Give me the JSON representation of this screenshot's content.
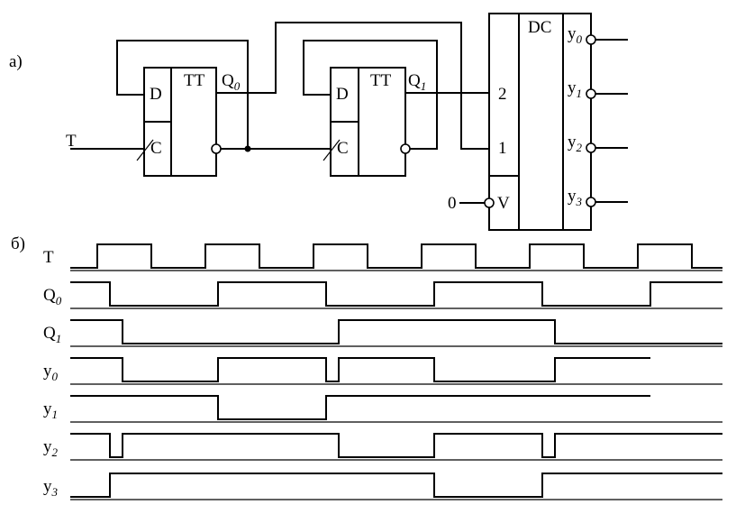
{
  "labels": {
    "part_a": "а)",
    "part_b": "б)",
    "input_T": "T",
    "zero": "0"
  },
  "ff0": {
    "d": "D",
    "c": "C",
    "type": "TT",
    "q_main": "Q",
    "q_sub": "0"
  },
  "ff1": {
    "d": "D",
    "c": "C",
    "type": "TT",
    "q_main": "Q",
    "q_sub": "1"
  },
  "decoder": {
    "title": "DC",
    "in2": "2",
    "in1": "1",
    "enable": "V",
    "outputs": [
      {
        "main": "y",
        "sub": "0"
      },
      {
        "main": "y",
        "sub": "1"
      },
      {
        "main": "y",
        "sub": "2"
      },
      {
        "main": "y",
        "sub": "3"
      }
    ]
  },
  "timing": {
    "signals": [
      {
        "main": "T",
        "sub": "",
        "levels": [
          0,
          1,
          0,
          1,
          0,
          1,
          0,
          1,
          0,
          1,
          0,
          1,
          0
        ]
      },
      {
        "main": "Q",
        "sub": "0",
        "levels": [
          1,
          0,
          1,
          0,
          1,
          0,
          1
        ]
      },
      {
        "main": "Q",
        "sub": "1",
        "levels": [
          1,
          0,
          1,
          0
        ]
      },
      {
        "main": "y",
        "sub": "0",
        "levels": [
          1,
          0,
          1,
          0,
          1,
          0,
          1
        ]
      },
      {
        "main": "y",
        "sub": "1",
        "levels": [
          1,
          0,
          1
        ]
      },
      {
        "main": "y",
        "sub": "2",
        "levels": [
          1,
          0,
          1,
          0,
          1,
          0,
          1
        ]
      },
      {
        "main": "y",
        "sub": "3",
        "levels": [
          0,
          1,
          0,
          1
        ]
      }
    ]
  }
}
